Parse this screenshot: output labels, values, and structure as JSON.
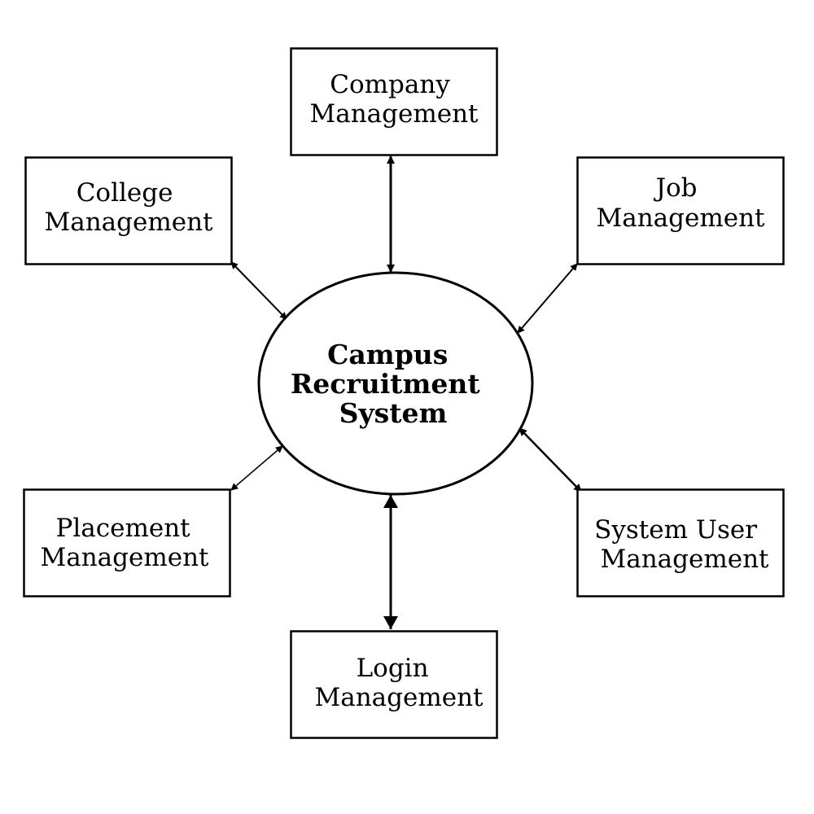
{
  "diagram": {
    "center": {
      "lines": [
        "Campus",
        "Recruitment",
        "System"
      ]
    },
    "modules": {
      "company": {
        "lines": [
          "Company",
          "Management"
        ]
      },
      "college": {
        "lines": [
          "College",
          "Management"
        ]
      },
      "job": {
        "lines": [
          "Job",
          "Management"
        ]
      },
      "placement": {
        "lines": [
          "Placement",
          "Management"
        ]
      },
      "system_user": {
        "lines": [
          "System User",
          "Management"
        ]
      },
      "login": {
        "lines": [
          "Login",
          "Management"
        ]
      }
    },
    "connections": [
      {
        "from": "company",
        "to": "center",
        "direction": "bidirectional"
      },
      {
        "from": "college",
        "to": "center",
        "direction": "bidirectional"
      },
      {
        "from": "job",
        "to": "center",
        "direction": "bidirectional"
      },
      {
        "from": "placement",
        "to": "center",
        "direction": "bidirectional"
      },
      {
        "from": "system_user",
        "to": "center",
        "direction": "bidirectional"
      },
      {
        "from": "login",
        "to": "center",
        "direction": "bidirectional"
      }
    ],
    "colors": {
      "stroke": "#000000",
      "fill": "#ffffff",
      "text": "#000000"
    }
  }
}
